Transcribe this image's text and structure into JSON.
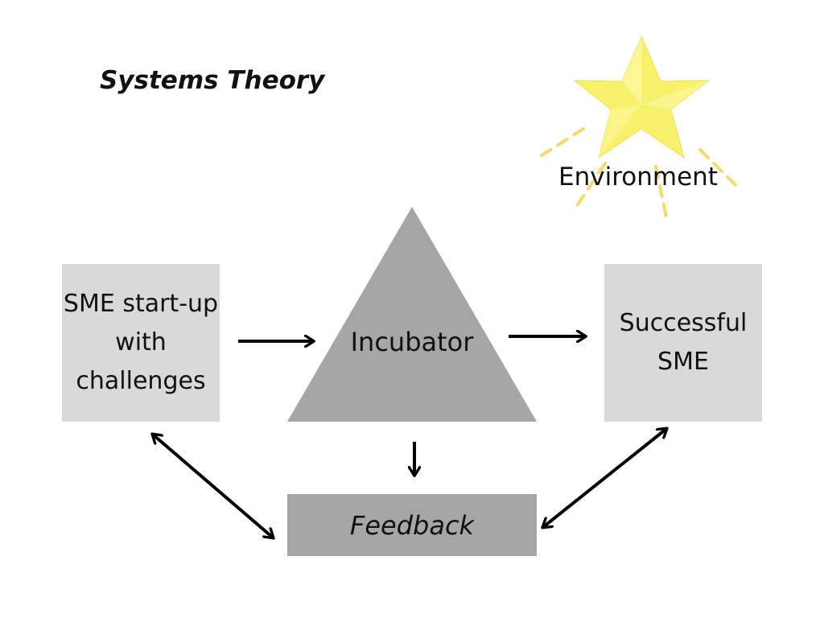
{
  "title": "Systems Theory",
  "environment": {
    "label": "Environment",
    "icon": "star-icon"
  },
  "input_box": {
    "lines": [
      "SME start-up",
      "with",
      "challenges"
    ]
  },
  "process": {
    "label": "Incubator"
  },
  "output_box": {
    "lines": [
      "Successful",
      "SME"
    ]
  },
  "feedback": {
    "label": "Feedback"
  },
  "colors": {
    "box_light": "#d9d9d9",
    "box_dark": "#a6a6a6",
    "star_yellow": "#f7f26a",
    "ray_yellow": "#f5dc6a",
    "arrow": "#000000"
  }
}
